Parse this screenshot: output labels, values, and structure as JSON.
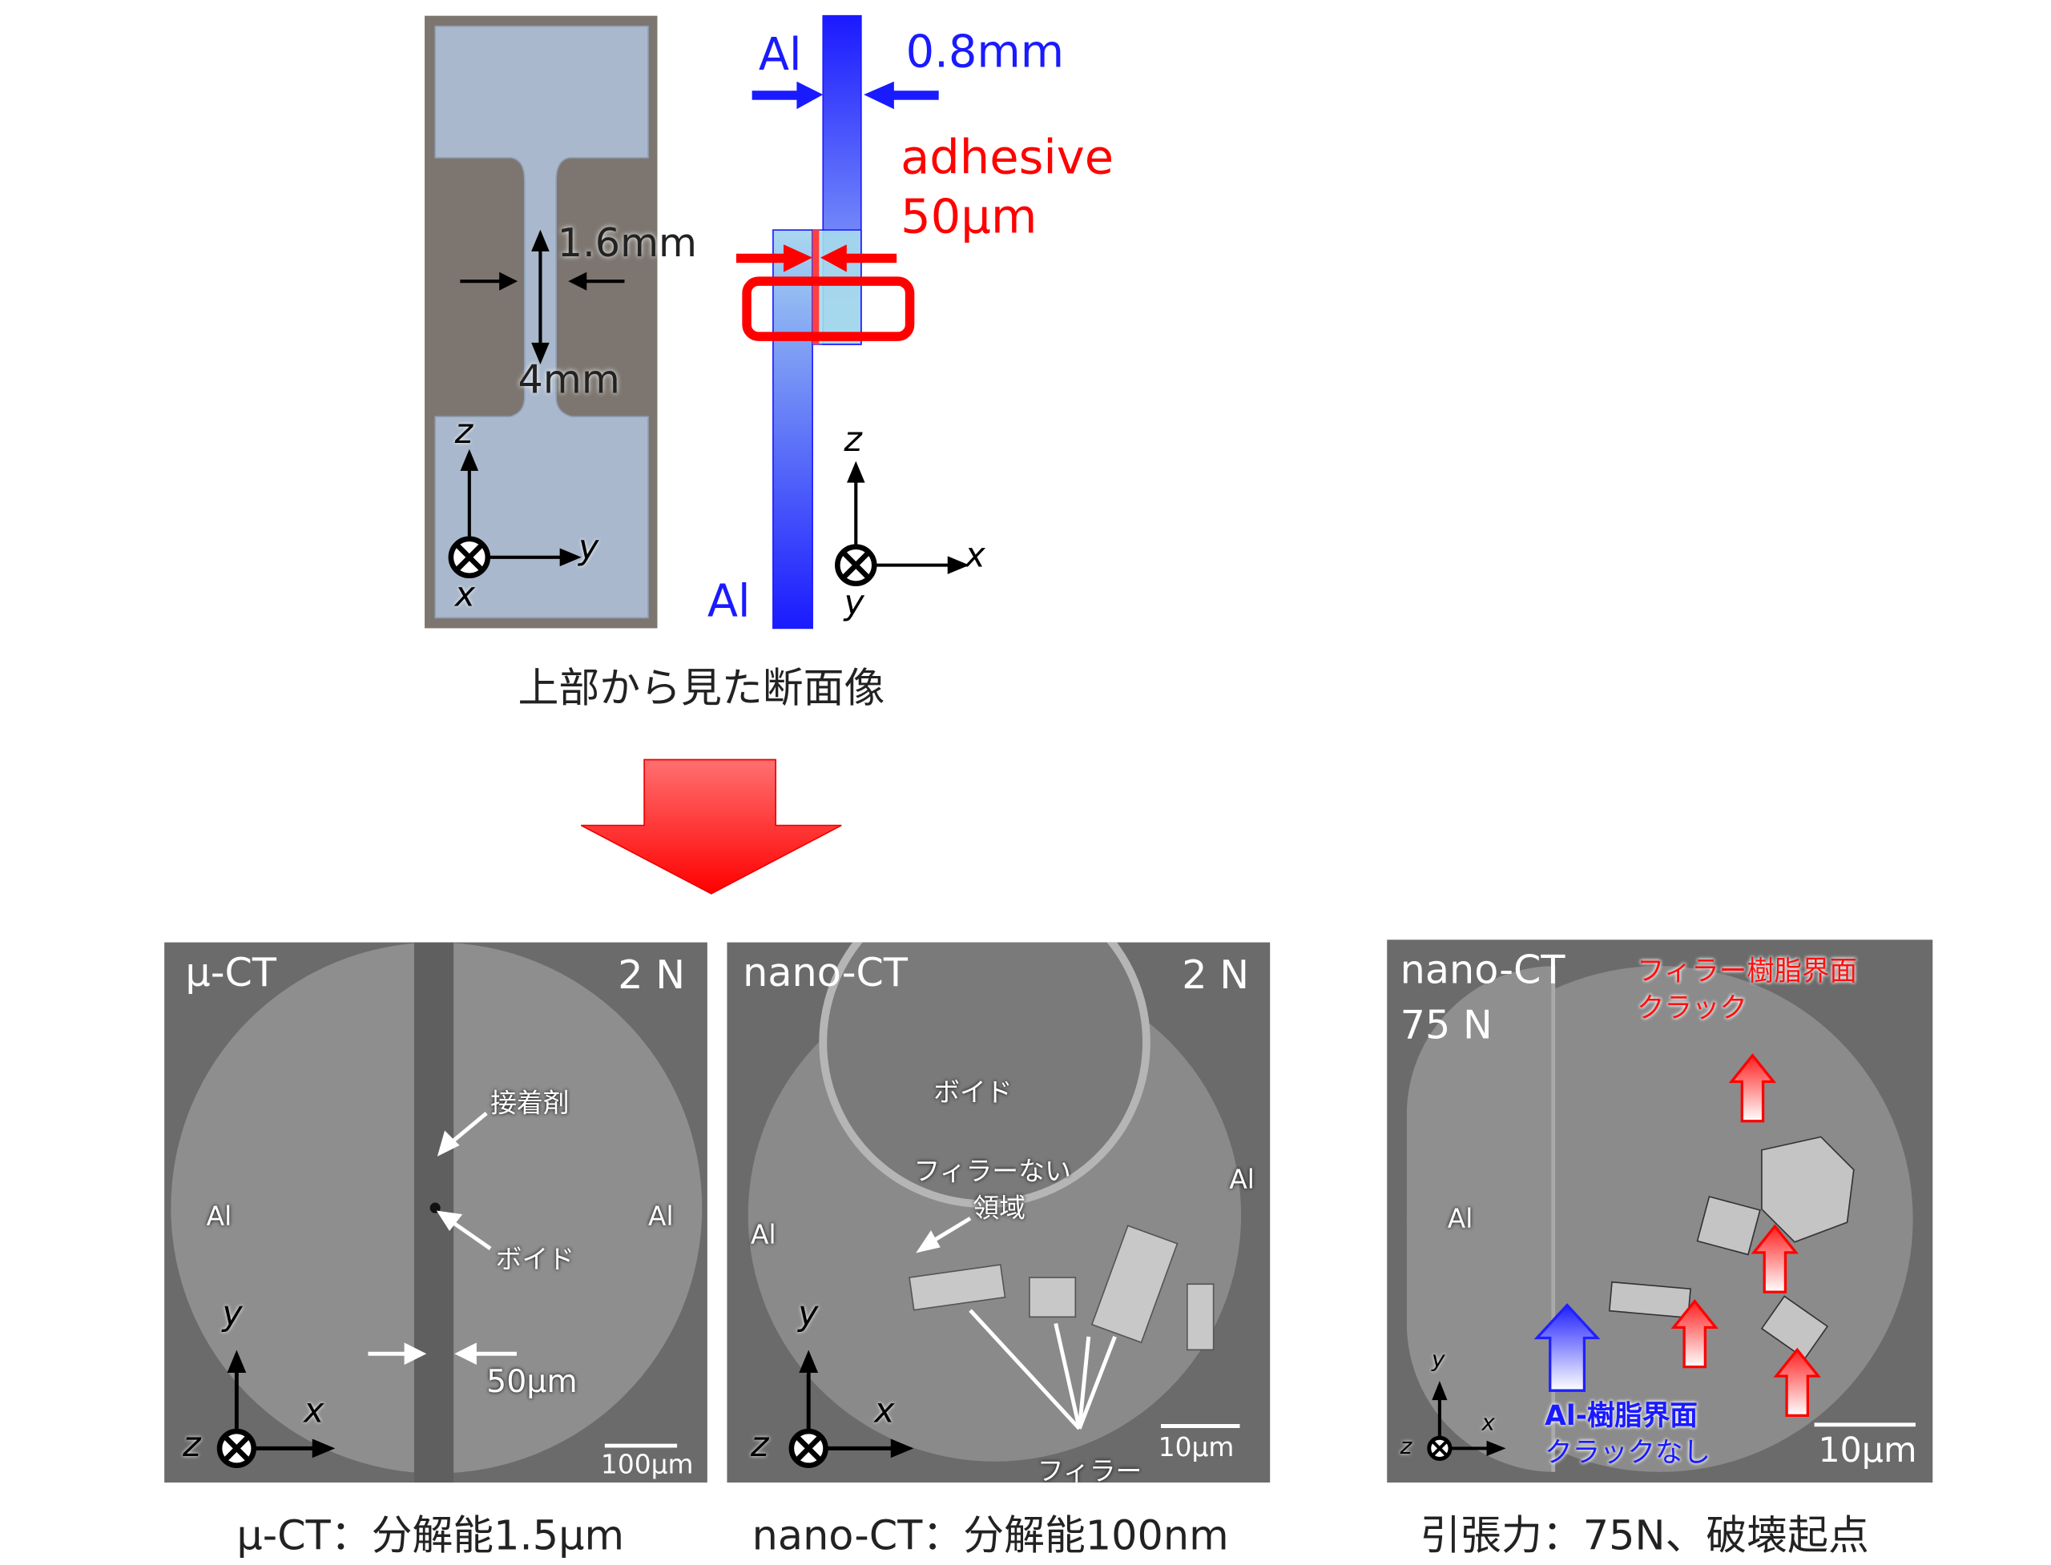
{
  "specimen": {
    "dim_gauge_width": "1.6mm",
    "dim_gauge_length": "4mm",
    "axes": {
      "up": "z",
      "right": "y",
      "into": "x"
    }
  },
  "schematic": {
    "label_al_top": "Al",
    "label_al_bottom": "Al",
    "thickness": "0.8mm",
    "adhesive_label": "adhesive",
    "adhesive_thickness": "50µm",
    "axes": {
      "up": "z",
      "right": "x",
      "into": "y"
    },
    "colors": {
      "aluminum": "#1a1aff",
      "adhesive": "#ff0000"
    }
  },
  "top_caption": "上部から見た断面像",
  "panels": [
    {
      "title": "µ-CT",
      "load": "2 N",
      "labels": {
        "adhesive": "接着剤",
        "void": "ボイド",
        "al_left": "Al",
        "al_right": "Al",
        "thickness": "50µm"
      },
      "axes": {
        "up": "y",
        "right": "x",
        "into": "z"
      },
      "scale_bar": "100µm",
      "caption": "µ-CT：分解能1.5µm"
    },
    {
      "title": "nano-CT",
      "load": "2 N",
      "labels": {
        "void": "ボイド",
        "no_filler": "フィラーない",
        "no_filler_2": "領域",
        "al_left": "Al",
        "al_right": "Al",
        "filler": "フィラー"
      },
      "axes": {
        "up": "y",
        "right": "x",
        "into": "z"
      },
      "scale_bar": "10µm",
      "caption": "nano-CT：分解能100nm"
    },
    {
      "title": "nano-CT",
      "load": "75 N",
      "labels": {
        "filler_crack": "フィラー樹脂界面",
        "filler_crack_2": "クラック",
        "al": "Al",
        "no_crack": "Al-樹脂界面",
        "no_crack_2": "クラックなし"
      },
      "axes": {
        "up": "y",
        "right": "x",
        "into": "z"
      },
      "scale_bar": "10µm",
      "caption": "引張力：75N、破壊起点"
    }
  ]
}
